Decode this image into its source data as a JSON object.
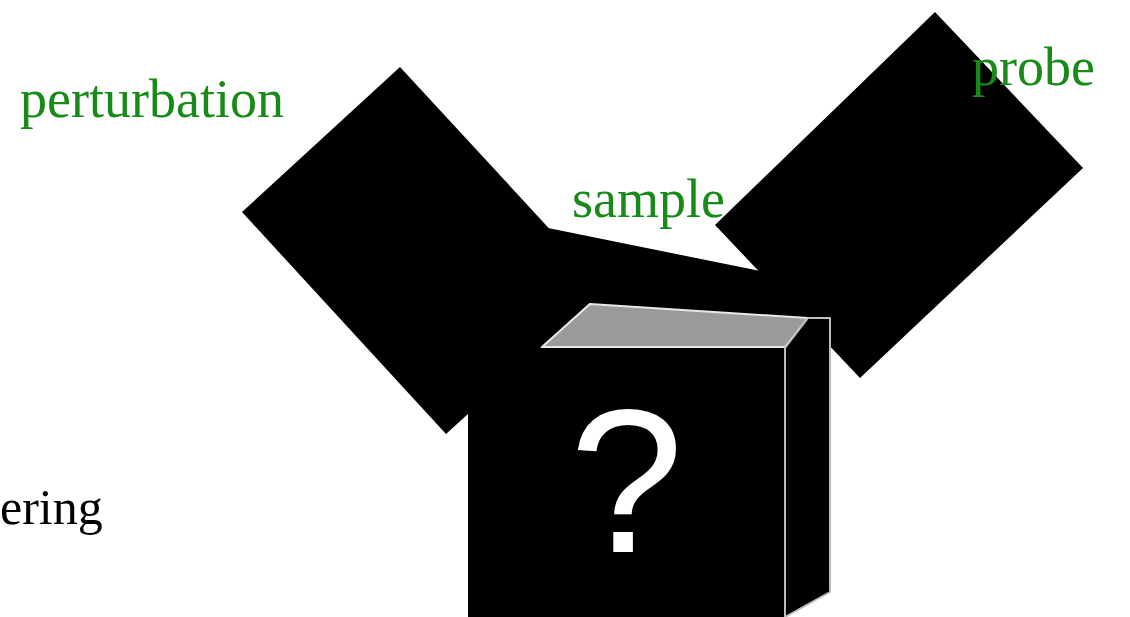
{
  "diagram": {
    "nodes": [
      {
        "text": [
          "perturbation"
        ]
      },
      {
        "text": [
          "?"
        ]
      },
      {
        "text": [
          "probe"
        ]
      }
    ],
    "labels": [
      "sample",
      "ering"
    ]
  }
}
